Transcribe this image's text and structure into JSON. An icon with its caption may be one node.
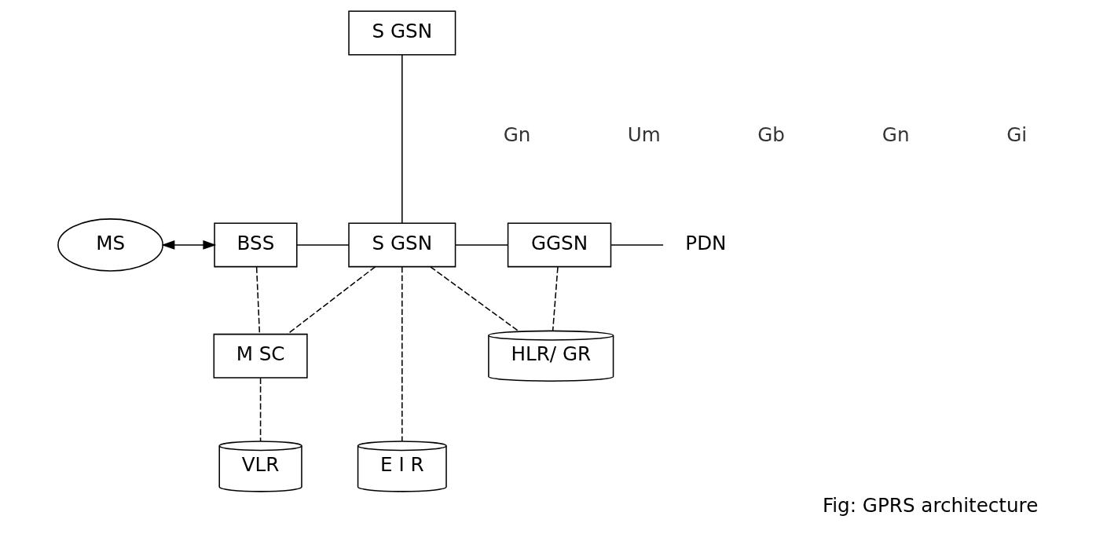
{
  "diagram": {
    "caption": "Fig: GPRS architecture",
    "nodes": [
      {
        "text": [
          "S GSN"
        ]
      },
      {
        "text": [
          "MS"
        ]
      },
      {
        "text": [
          "BSS"
        ]
      },
      {
        "text": [
          "S GSN"
        ]
      },
      {
        "text": [
          "GGSN"
        ]
      },
      {
        "text": [
          "PDN"
        ]
      },
      {
        "text": [
          "M SC"
        ]
      },
      {
        "text": [
          "HLR/ GR"
        ]
      },
      {
        "text": [
          "VLR"
        ]
      },
      {
        "text": [
          "E I R"
        ]
      }
    ],
    "edges": [
      {
        "from": 1,
        "to": 2,
        "arrow": "both"
      },
      {
        "from": 2,
        "to": 3,
        "arrow": "none"
      },
      {
        "from": 0,
        "to": 3,
        "arrow": "none"
      },
      {
        "from": 3,
        "to": 4,
        "arrow": "none"
      },
      {
        "from": 4,
        "to": 5,
        "arrow": "none"
      },
      {
        "from": 2,
        "to": 6,
        "arrow": "none",
        "style": "dashed"
      },
      {
        "from": 3,
        "to": 6,
        "arrow": "none",
        "style": "dashed"
      },
      {
        "from": 6,
        "to": 8,
        "arrow": "none",
        "style": "dashed"
      },
      {
        "from": 3,
        "to": 9,
        "arrow": "none",
        "style": "dashed"
      },
      {
        "from": 3,
        "to": 7,
        "arrow": "none",
        "style": "dashed"
      },
      {
        "from": 4,
        "to": 7,
        "arrow": "none",
        "style": "dashed"
      }
    ],
    "labels": [
      "Gn",
      "Um",
      "Gb",
      "Gn",
      "Gi"
    ]
  }
}
